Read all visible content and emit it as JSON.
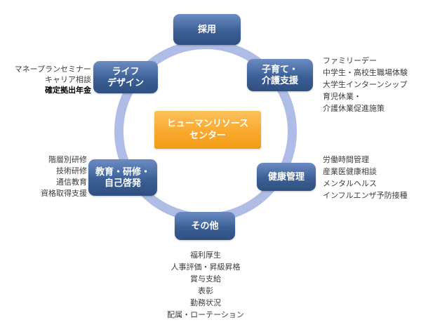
{
  "colors": {
    "node_blue_top": "#6b8cc2",
    "node_blue_bottom": "#2e4f80",
    "ring_blue": "#aebce6",
    "center_orange_top": "#fcc15c",
    "center_orange_bottom": "#f29c14",
    "note_text": "#3c3c3c"
  },
  "center": {
    "label": "ヒューマンリソース\nセンター"
  },
  "nodes": {
    "recruitment": {
      "label": "採用"
    },
    "childcare_support": {
      "label": "子育て・\n介護支援"
    },
    "life_design": {
      "label": "ライフ\nデザイン"
    },
    "health_management": {
      "label": "健康管理"
    },
    "education_training": {
      "label": "教育・研修・\n自己啓発"
    },
    "others": {
      "label": "その他"
    }
  },
  "annotations": {
    "life_design": {
      "lines": [
        "マネープランセミナー",
        "キャリア相談",
        "確定拠出年金"
      ]
    },
    "childcare_support": {
      "lines": [
        "ファミリーデー",
        "中学生・高校生職場体験",
        "大学生インターンシップ",
        "育児休業・",
        "介護休業促進施策"
      ]
    },
    "education_training": {
      "lines": [
        "階層別研修",
        "技術研修",
        "通信教育",
        "資格取得支援"
      ]
    },
    "health_management": {
      "lines": [
        "労働時間管理",
        "産業医健康相談",
        "メンタルヘルス",
        "インフルエンザ予防接種"
      ]
    },
    "others": {
      "lines": [
        "福利厚生",
        "人事評価・昇級昇格",
        "賞与支給",
        "表彰",
        "勤務状況",
        "配属・ローテーション"
      ]
    }
  }
}
